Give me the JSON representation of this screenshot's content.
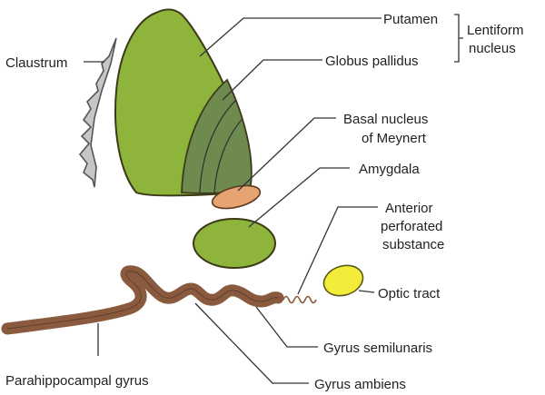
{
  "labels": {
    "putamen": "Putamen",
    "globus_pallidus": "Globus pallidus",
    "lentiform_line1": "Lentiform",
    "lentiform_line2": "nucleus",
    "claustrum": "Claustrum",
    "basal_nucleus_line1": "Basal nucleus",
    "basal_nucleus_line2": "of Meynert",
    "amygdala": "Amygdala",
    "anterior_perforated_line1": "Anterior",
    "anterior_perforated_line2": "perforated",
    "anterior_perforated_line3": "substance",
    "optic_tract": "Optic tract",
    "gyrus_semilunaris": "Gyrus semilunaris",
    "parahippocampal_gyrus": "Parahippocampal gyrus",
    "gyrus_ambiens": "Gyrus ambiens"
  },
  "colors": {
    "putamen": "#8fb43c",
    "globus_pallidus": "#6f8a4e",
    "amygdala": "#8fb43c",
    "basal_nucleus": "#e8a372",
    "optic_tract": "#f4ec3a",
    "gyrus": "#8a5a3f",
    "claustrum": "#c6c6c6"
  }
}
